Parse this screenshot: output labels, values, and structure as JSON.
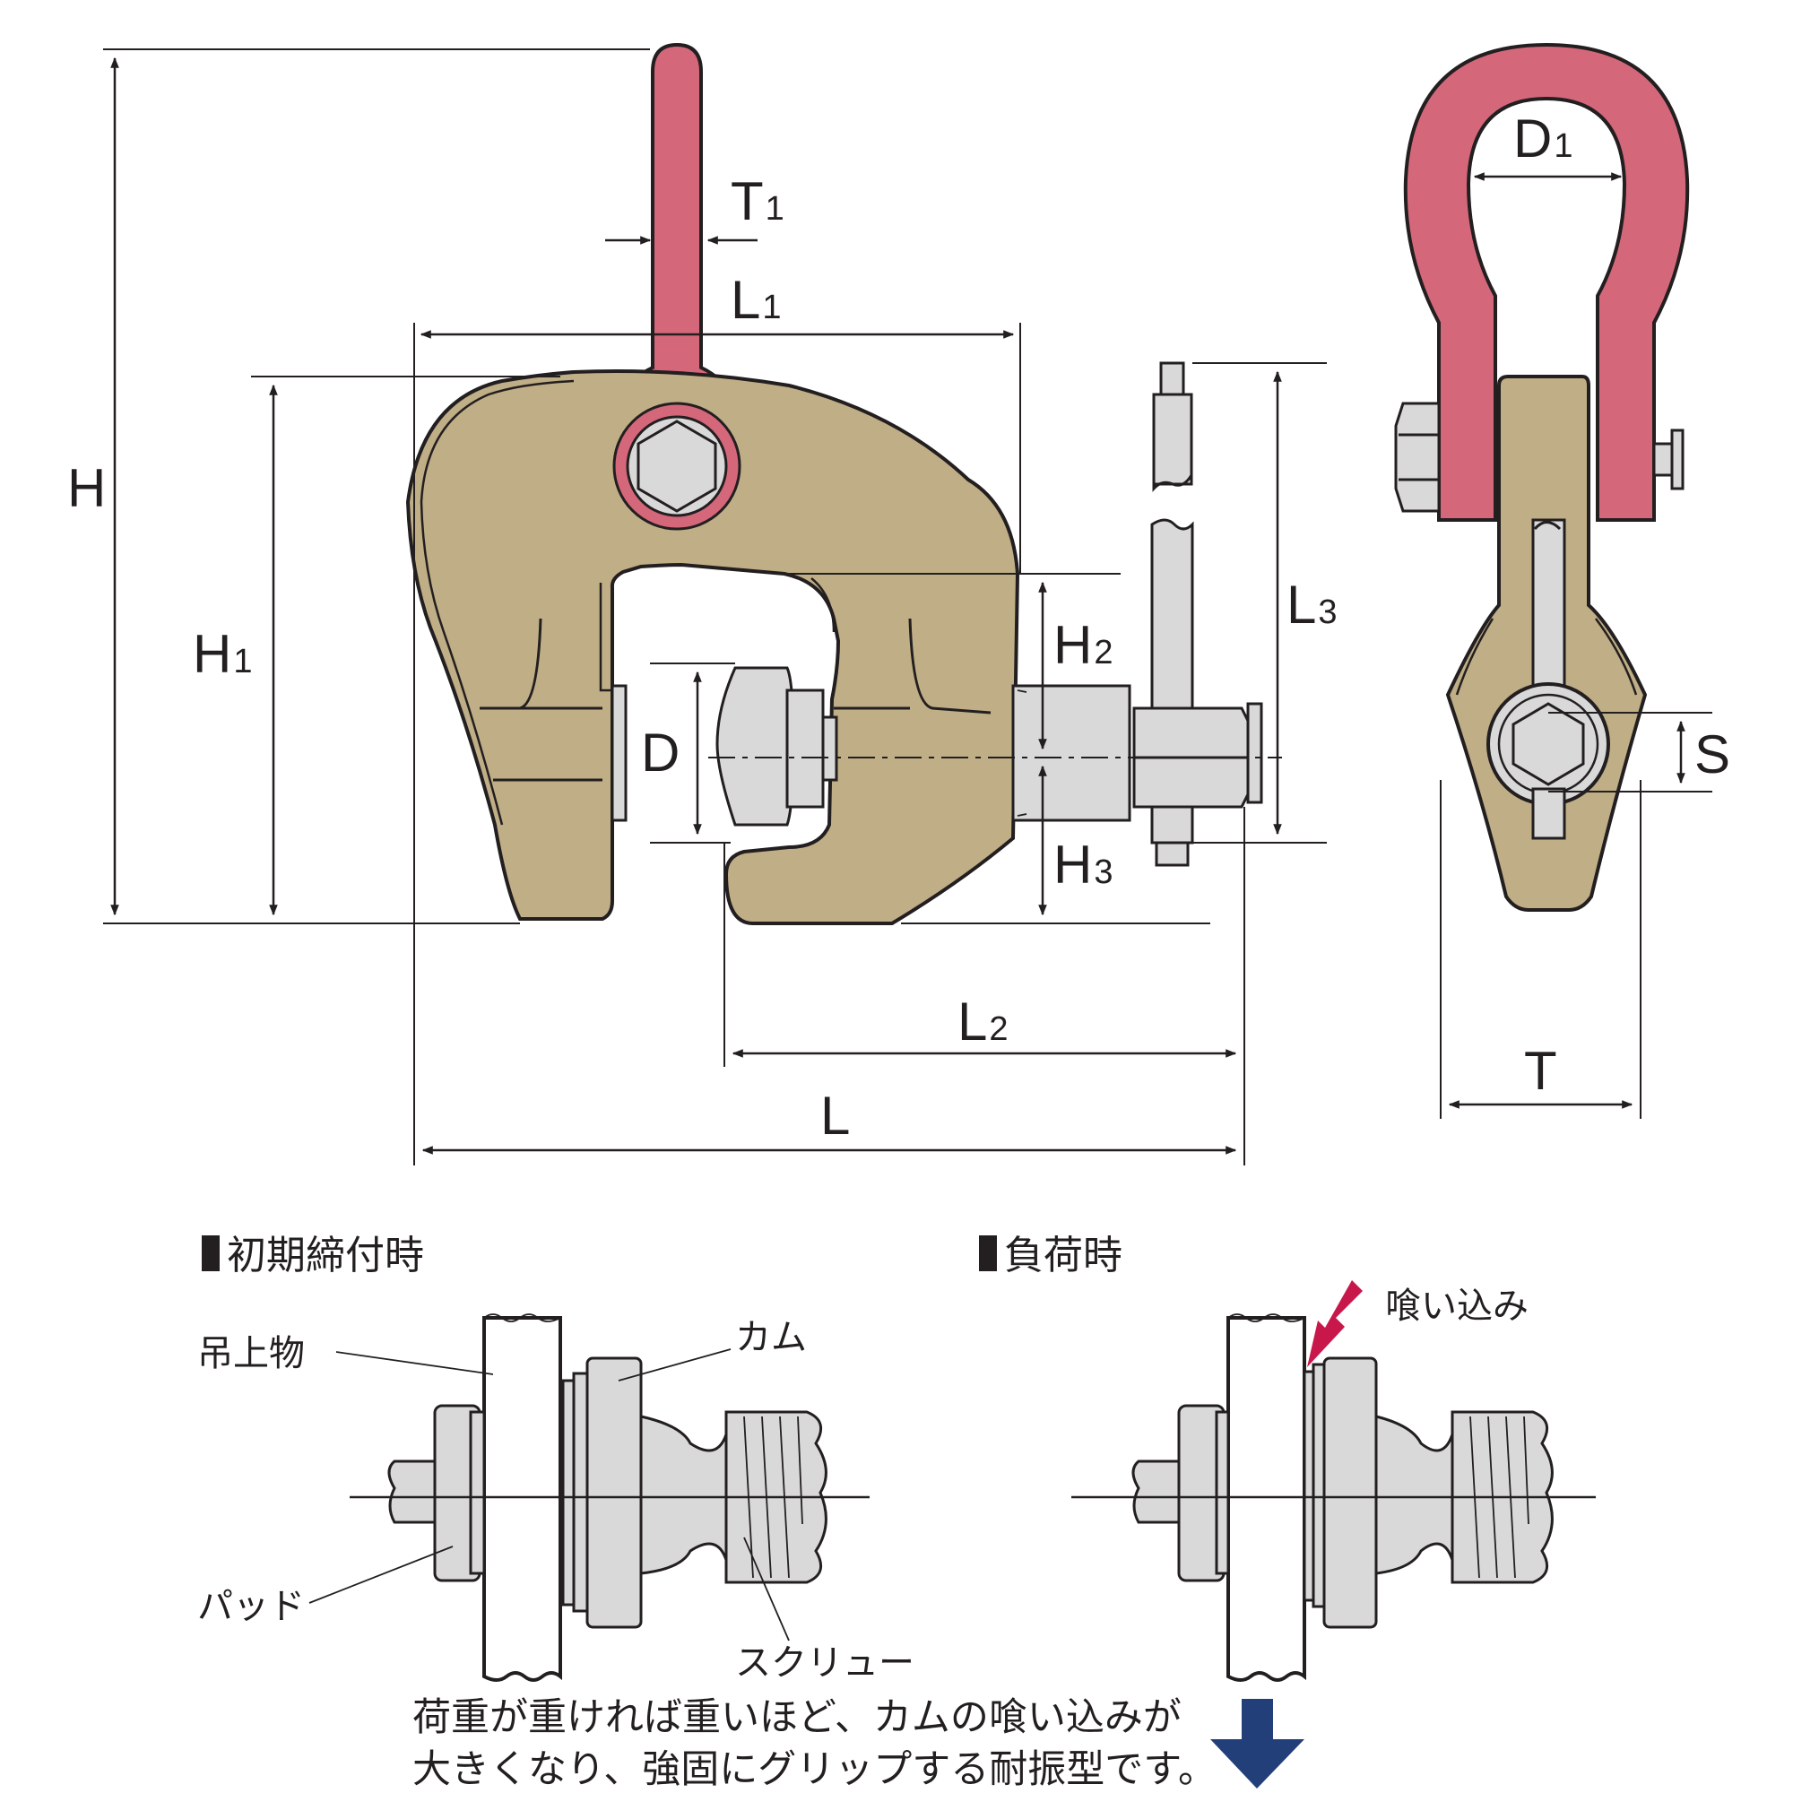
{
  "dimensions": {
    "H": "H",
    "H1_main": "H",
    "H1_sub": "1",
    "H2_main": "H",
    "H2_sub": "2",
    "H3_main": "H",
    "H3_sub": "3",
    "L": "L",
    "L1_main": "L",
    "L1_sub": "1",
    "L2_main": "L",
    "L2_sub": "2",
    "L3_main": "L",
    "L3_sub": "3",
    "T": "T",
    "T1_main": "T",
    "T1_sub": "1",
    "D": "D",
    "D1_main": "D",
    "D1_sub": "1",
    "S": "S"
  },
  "panels": {
    "initial": {
      "title": "初期締付時",
      "labels": {
        "load": "吊上物",
        "cam": "カム",
        "pad": "パッド",
        "screw": "スクリュー"
      }
    },
    "loaded": {
      "title": "負荷時",
      "bite_label": "喰い込み"
    }
  },
  "note": {
    "line1": "荷重が重ければ重いほど、カムの喰い込みが",
    "line2": "大きくなり、強固にグリップする耐振型です。"
  },
  "colors": {
    "body": "#bfae86",
    "shackle": "#d4687a",
    "metal": "#d9d9d9",
    "bite_arrow": "#c8174a",
    "load_arrow": "#233f7a"
  }
}
